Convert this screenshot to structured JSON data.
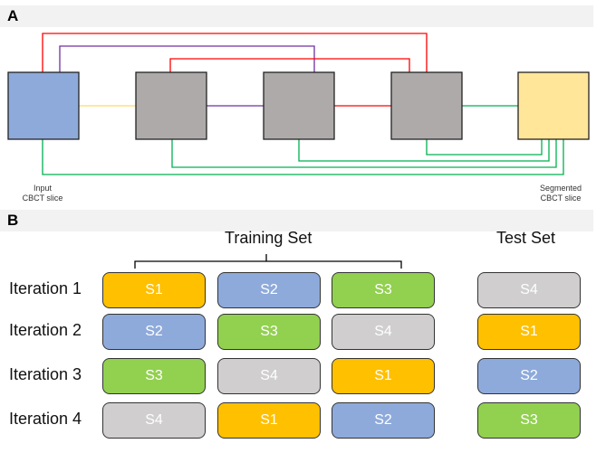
{
  "panel_a": {
    "letter": "A",
    "input_caption_line1": "Input",
    "input_caption_line2": "CBCT slice",
    "output_caption_line1": "Segmented",
    "output_caption_line2": "CBCT slice"
  },
  "panel_b": {
    "letter": "B",
    "training_title": "Training Set",
    "test_title": "Test Set",
    "iterations": [
      {
        "label": "Iteration 1",
        "training": [
          "S1",
          "S2",
          "S3"
        ],
        "test": "S4"
      },
      {
        "label": "Iteration 2",
        "training": [
          "S2",
          "S3",
          "S4"
        ],
        "test": "S1"
      },
      {
        "label": "Iteration 3",
        "training": [
          "S3",
          "S4",
          "S1"
        ],
        "test": "S2"
      },
      {
        "label": "Iteration 4",
        "training": [
          "S4",
          "S1",
          "S2"
        ],
        "test": "S3"
      }
    ]
  },
  "colors": {
    "S1": "#ffc000",
    "S2": "#8eaadb",
    "S3": "#92d050",
    "S4": "#d0cece",
    "input_block": "#8eaadb",
    "hidden_block": "#aeaaaa",
    "output_block": "#ffe699",
    "line_red": "#ff0000",
    "line_purple": "#7030a0",
    "line_yellow": "#ffd966",
    "line_green": "#00b050"
  }
}
